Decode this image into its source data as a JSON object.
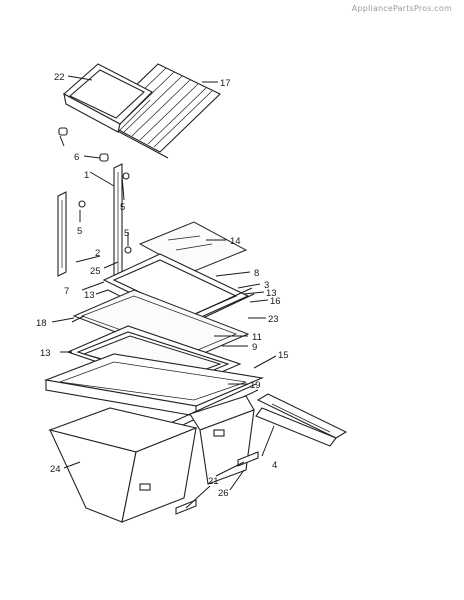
{
  "watermark": "AppliancePartsPros.com",
  "callouts": {
    "c1": "1",
    "c2": "2",
    "c3": "3",
    "c4": "4",
    "c5a": "5",
    "c5b": "5",
    "c5c": "5",
    "c6": "6",
    "c7": "7",
    "c8": "8",
    "c9": "9",
    "c11": "11",
    "c13a": "13",
    "c13b": "13",
    "c13c": "13",
    "c14": "14",
    "c15": "15",
    "c16": "16",
    "c17": "17",
    "c18": "18",
    "c19": "19",
    "c21": "21",
    "c22": "22",
    "c23": "23",
    "c24": "24",
    "c25": "25",
    "c26": "26"
  }
}
